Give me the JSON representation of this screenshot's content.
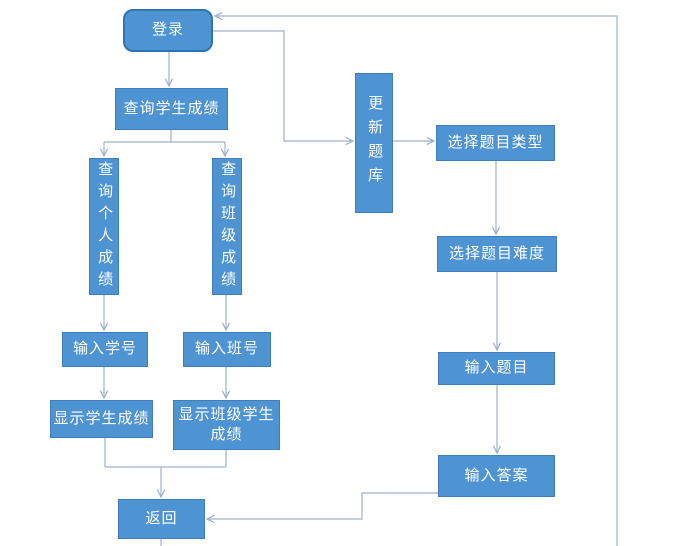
{
  "diagram": {
    "type": "flowchart",
    "colors": {
      "node_fill": "#4f94d2",
      "node_border": "#3f7dbd",
      "rounded_node_border": "#2e74b5",
      "connector": "#9fb1cb",
      "text": "#ffffff",
      "background": "#ffffff"
    },
    "nodes": {
      "login": {
        "label": "登录",
        "shape": "rounded"
      },
      "query_student_grades": {
        "label": "查询学生成绩",
        "shape": "rect"
      },
      "query_personal_grades": {
        "label": "查询个人成绩",
        "shape": "rect",
        "orientation": "vertical"
      },
      "query_class_grades": {
        "label": "查询班级成绩",
        "shape": "rect",
        "orientation": "vertical"
      },
      "enter_student_id": {
        "label": "输入学号",
        "shape": "rect"
      },
      "enter_class_id": {
        "label": "输入班号",
        "shape": "rect"
      },
      "display_student_grades": {
        "label": "显示学生成绩",
        "shape": "rect"
      },
      "display_class_student_grades": {
        "label": "显示班级学生成绩",
        "shape": "rect"
      },
      "return": {
        "label": "返回",
        "shape": "rect"
      },
      "update_question_bank": {
        "label": "更新题库",
        "shape": "rect",
        "orientation": "vertical"
      },
      "select_question_type": {
        "label": "选择题目类型",
        "shape": "rect"
      },
      "select_question_difficulty": {
        "label": "选择题目难度",
        "shape": "rect"
      },
      "enter_question": {
        "label": "输入题目",
        "shape": "rect"
      },
      "enter_answer": {
        "label": "输入答案",
        "shape": "rect"
      }
    },
    "edges": [
      {
        "from": "login",
        "to": "query_student_grades"
      },
      {
        "from": "query_student_grades",
        "to": "query_personal_grades"
      },
      {
        "from": "query_student_grades",
        "to": "query_class_grades"
      },
      {
        "from": "query_personal_grades",
        "to": "enter_student_id"
      },
      {
        "from": "query_class_grades",
        "to": "enter_class_id"
      },
      {
        "from": "enter_student_id",
        "to": "display_student_grades"
      },
      {
        "from": "enter_class_id",
        "to": "display_class_student_grades"
      },
      {
        "from": "display_student_grades",
        "to": "return"
      },
      {
        "from": "display_class_student_grades",
        "to": "return"
      },
      {
        "from": "login",
        "to": "update_question_bank"
      },
      {
        "from": "update_question_bank",
        "to": "select_question_type"
      },
      {
        "from": "select_question_type",
        "to": "select_question_difficulty"
      },
      {
        "from": "select_question_difficulty",
        "to": "enter_question"
      },
      {
        "from": "enter_question",
        "to": "enter_answer"
      },
      {
        "from": "enter_answer",
        "to": "return"
      },
      {
        "from": "return",
        "to": "login"
      }
    ]
  }
}
